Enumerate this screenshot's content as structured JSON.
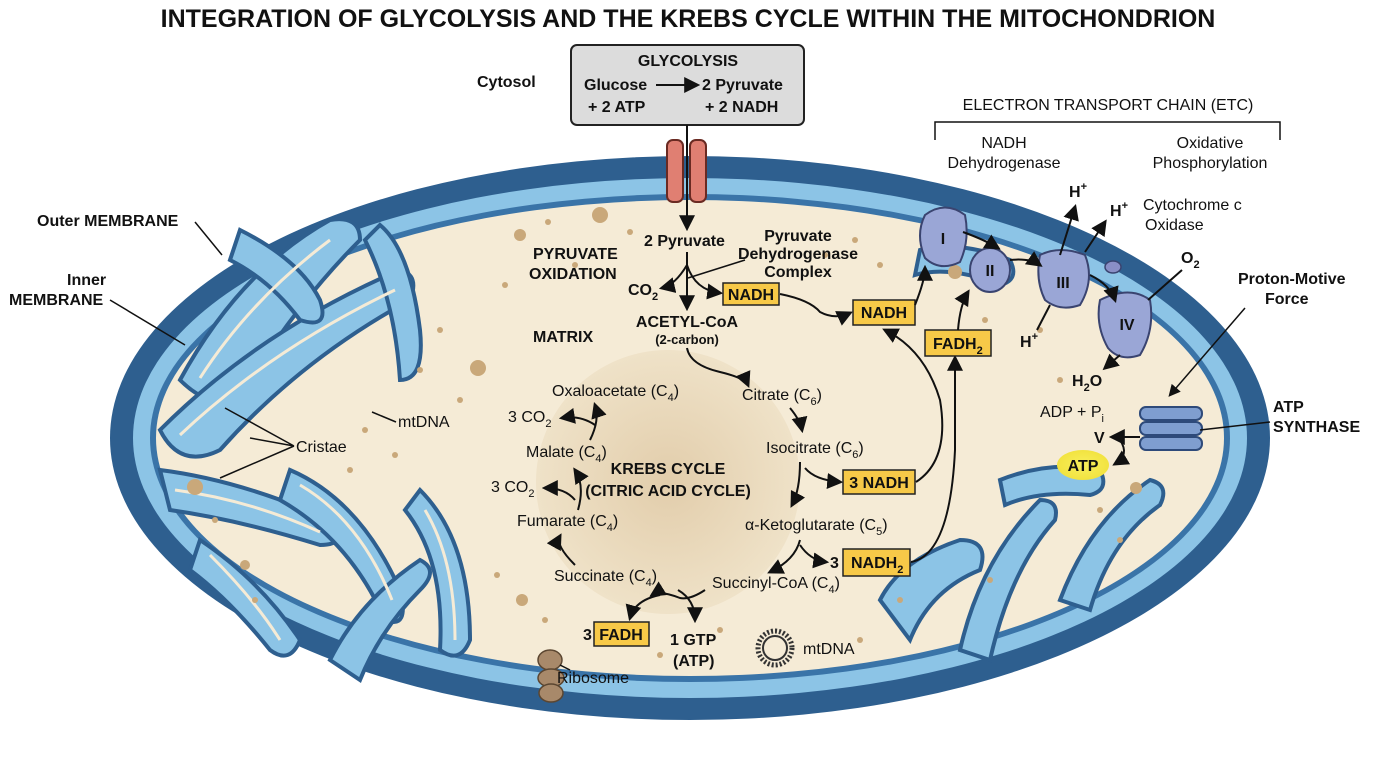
{
  "title": "INTEGRATION OF GLYCOLYSIS AND THE KREBS CYCLE WITHIN THE MITOCHONDRION",
  "colors": {
    "outer_membrane": "#2e5f8f",
    "inner_membrane": "#8cc4e6",
    "matrix": "#f5ebd6",
    "highlight_box": "#f7c948",
    "protein": "#9aa6d6",
    "channel": "#e07f72",
    "atp_glow": "#f5e94a"
  },
  "glycolysis": {
    "heading": "GLYCOLYSIS",
    "line1_left": "Glucose",
    "line1_right": "2 Pyruvate",
    "line2_left": "+ 2 ATP",
    "line2_right": "+ 2 NADH"
  },
  "labels": {
    "cytosol": "Cytosol",
    "outer_membrane_1": "Outer MEMBRANE",
    "inner_membrane_1": "Inner",
    "inner_membrane_2": "MEMBRANE",
    "cristae": "Cristae",
    "mtdna_left": "mtDNA",
    "matrix": "MATRIX",
    "pyruvate_oxidation_1": "PYRUVATE",
    "pyruvate_oxidation_2": "OXIDATION",
    "two_pyruvate": "2 Pyruvate",
    "pdh_1": "Pyruvate",
    "pdh_2": "Dehydrogenase",
    "pdh_3": "Complex",
    "co2": "CO",
    "co2_sub": "2",
    "acetyl_coa": "ACETYL-CoA",
    "two_carbon": "(2-carbon)",
    "ribosome": "Ribosome",
    "mtdna_bottom": "mtDNA",
    "gtp_1": "1 GTP",
    "gtp_2": "(ATP)"
  },
  "krebs": {
    "title_1": "KREBS CYCLE",
    "title_2": "(CITRIC ACID CYCLE)",
    "oxaloacetate": "Oxaloacetate (C",
    "oxaloacetate_sub": "4",
    "citrate": "Citrate (C",
    "citrate_sub": "6",
    "isocitrate": "Isocitrate (C",
    "isocitrate_sub": "6",
    "aketoglutarate": "α-Ketoglutarate (C",
    "aketoglutarate_sub": "5",
    "succinyl": "Succinyl-CoA (C",
    "succinyl_sub": "4",
    "succinate": "Succinate (C",
    "succinate_sub": "4",
    "fumarate": "Fumarate (C",
    "fumarate_sub": "4",
    "malate": "Malate (C",
    "malate_sub": "4",
    "three_co2_a": "3 CO",
    "three_co2_b": "3 CO",
    "co2_sub": "2",
    "close_paren": ")"
  },
  "boxes": {
    "nadh_1": "NADH",
    "nadh_2": "NADH",
    "three_nadh": "3 NADH",
    "three_prefix": "3",
    "nadh2": "NADH",
    "nadh2_sub": "2",
    "fadh2": "FADH",
    "fadh2_sub": "2",
    "three_fadh_prefix": "3",
    "fadh": "FADH"
  },
  "etc": {
    "heading": "ELECTRON TRANSPORT CHAIN (ETC)",
    "nadh_dh_1": "NADH",
    "nadh_dh_2": "Dehydrogenase",
    "ox_phos_1": "Oxidative",
    "ox_phos_2": "Phosphorylation",
    "cyt_c_1": "Cytochrome c",
    "cyt_c_2": "Oxidase",
    "complex_1": "I",
    "complex_2": "II",
    "complex_3": "III",
    "complex_4": "IV",
    "h_plus": "H",
    "h_sup": "+",
    "o2": "O",
    "o2_sub": "2",
    "h2o_h": "H",
    "h2o_sub": "2",
    "h2o_o": "O",
    "pmf_1": "Proton-Motive",
    "pmf_2": "Force",
    "atp_synthase_1": "ATP",
    "atp_synthase_2": "SYNTHASE",
    "adp": "ADP + P",
    "adp_sub": "i",
    "v": "V",
    "atp": "ATP"
  }
}
